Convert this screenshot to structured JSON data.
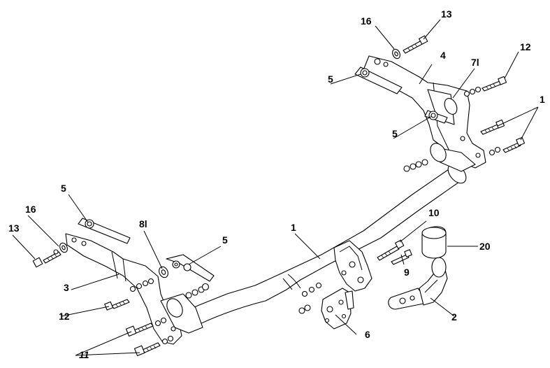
{
  "labels": {
    "l16_top": "16",
    "l13_top": "13",
    "l12_top": "12",
    "l4": "4",
    "l7": "7l",
    "l5_top": "5",
    "l1_top": "1",
    "l5_mid": "5",
    "l5_left": "5",
    "l16_left": "16",
    "l13_left": "13",
    "l8": "8l",
    "l5_center": "5",
    "l1_center": "1",
    "l10": "10",
    "l20": "20",
    "l9": "9",
    "l3": "3",
    "l12_left": "12",
    "l2": "2",
    "l6": "6",
    "l11": "11"
  }
}
